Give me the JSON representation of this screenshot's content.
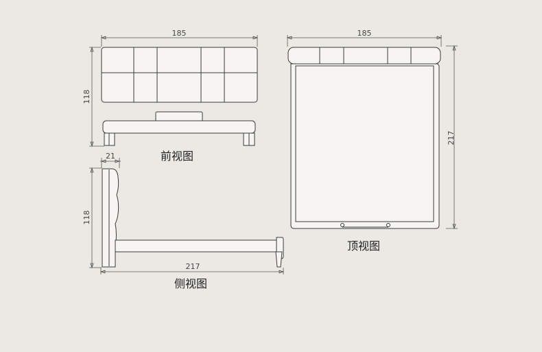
{
  "views": {
    "front": {
      "caption": "前视图",
      "width_dim": "185",
      "height_dim": "118"
    },
    "side": {
      "caption": "侧视图",
      "thickness_dim": "21",
      "height_dim": "118",
      "length_dim": "217"
    },
    "top": {
      "caption": "顶视图",
      "width_dim": "185",
      "length_dim": "217"
    }
  },
  "colors": {
    "background": "#ebe9e4",
    "line": "#3a3a3a"
  }
}
